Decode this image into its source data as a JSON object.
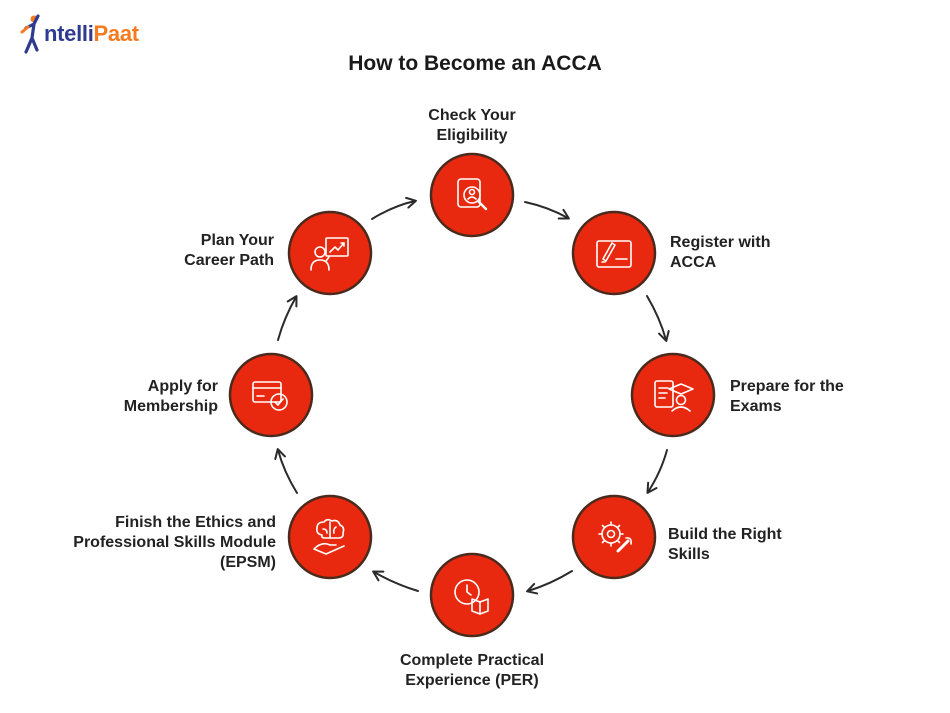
{
  "brand": {
    "name_prefix": "ntelli",
    "name_suffix": "Paat",
    "colors": {
      "navy": "#2e3b8f",
      "orange": "#f47b20"
    }
  },
  "diagram": {
    "title": "How to Become an ACCA",
    "node_fill": "#e8290f",
    "node_stroke": "#4a2a1c",
    "arrow_color": "#2a2a2a",
    "steps": [
      {
        "label": "Check Your\nEligibility",
        "icon": "search-document-icon"
      },
      {
        "label": "Register with\nACCA",
        "icon": "signature-icon"
      },
      {
        "label": "Prepare for the\nExams",
        "icon": "graduate-notes-icon"
      },
      {
        "label": "Build the Right\nSkills",
        "icon": "gear-wrench-icon"
      },
      {
        "label": "Complete Practical\nExperience (PER)",
        "icon": "clock-book-icon"
      },
      {
        "label": "Finish the Ethics and\nProfessional Skills Module\n(EPSM)",
        "icon": "brain-hand-icon"
      },
      {
        "label": "Apply for\nMembership",
        "icon": "card-check-icon"
      },
      {
        "label": "Plan Your\nCareer Path",
        "icon": "presenter-chart-icon"
      }
    ]
  }
}
